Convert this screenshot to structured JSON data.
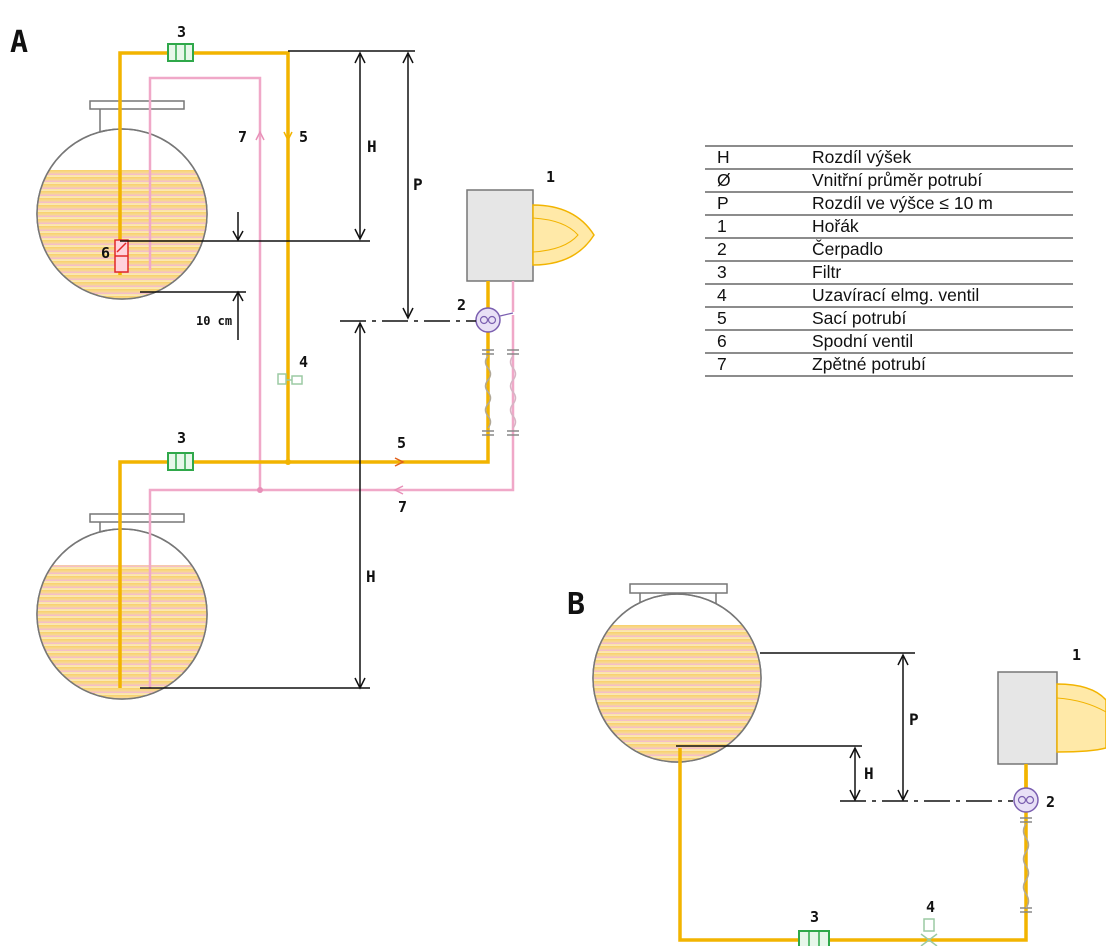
{
  "panels": {
    "a_letter": "A",
    "b_letter": "B"
  },
  "diagram_a": {
    "height_label_top": "H",
    "height_label_bottom": "H",
    "p_label": "P",
    "cm_label": "10 cm",
    "burner_num": "1",
    "pump_num": "2",
    "filter_top_num": "3",
    "filter_bottom_num": "3",
    "valve_num": "4",
    "suction_top_num": "5",
    "suction_bottom_num": "5",
    "foot_valve_num": "6",
    "return_top_num": "7",
    "return_bottom_num": "7"
  },
  "diagram_b": {
    "p_label": "P",
    "h_label": "H",
    "burner_num": "1",
    "pump_num": "2",
    "filter_num": "3",
    "valve_num": "4"
  },
  "legend": [
    {
      "key": "H",
      "text": "Rozdíl výšek"
    },
    {
      "key": "Ø",
      "text": "Vnitřní průměr potrubí"
    },
    {
      "key": "P",
      "text": "Rozdíl ve výšce ≤ 10 m"
    },
    {
      "key": "1",
      "text": "Hořák"
    },
    {
      "key": "2",
      "text": "Čerpadlo"
    },
    {
      "key": "3",
      "text": "Filtr"
    },
    {
      "key": "4",
      "text": "Uzavírací elmg. ventil"
    },
    {
      "key": "5",
      "text": "Sací potrubí"
    },
    {
      "key": "6",
      "text": "Spodní ventil"
    },
    {
      "key": "7",
      "text": "Zpětné potrubí"
    }
  ],
  "colors": {
    "suction_pipe": "#f2b400",
    "return_pipe": "#f0a8c8",
    "fuel": "#f7cc63",
    "sludge": "#f4b9d6",
    "filter": "#2fa84a",
    "pump": "#7b5fb0",
    "burner_body": "#e6e6e6",
    "flame": "#ffe9a8"
  }
}
